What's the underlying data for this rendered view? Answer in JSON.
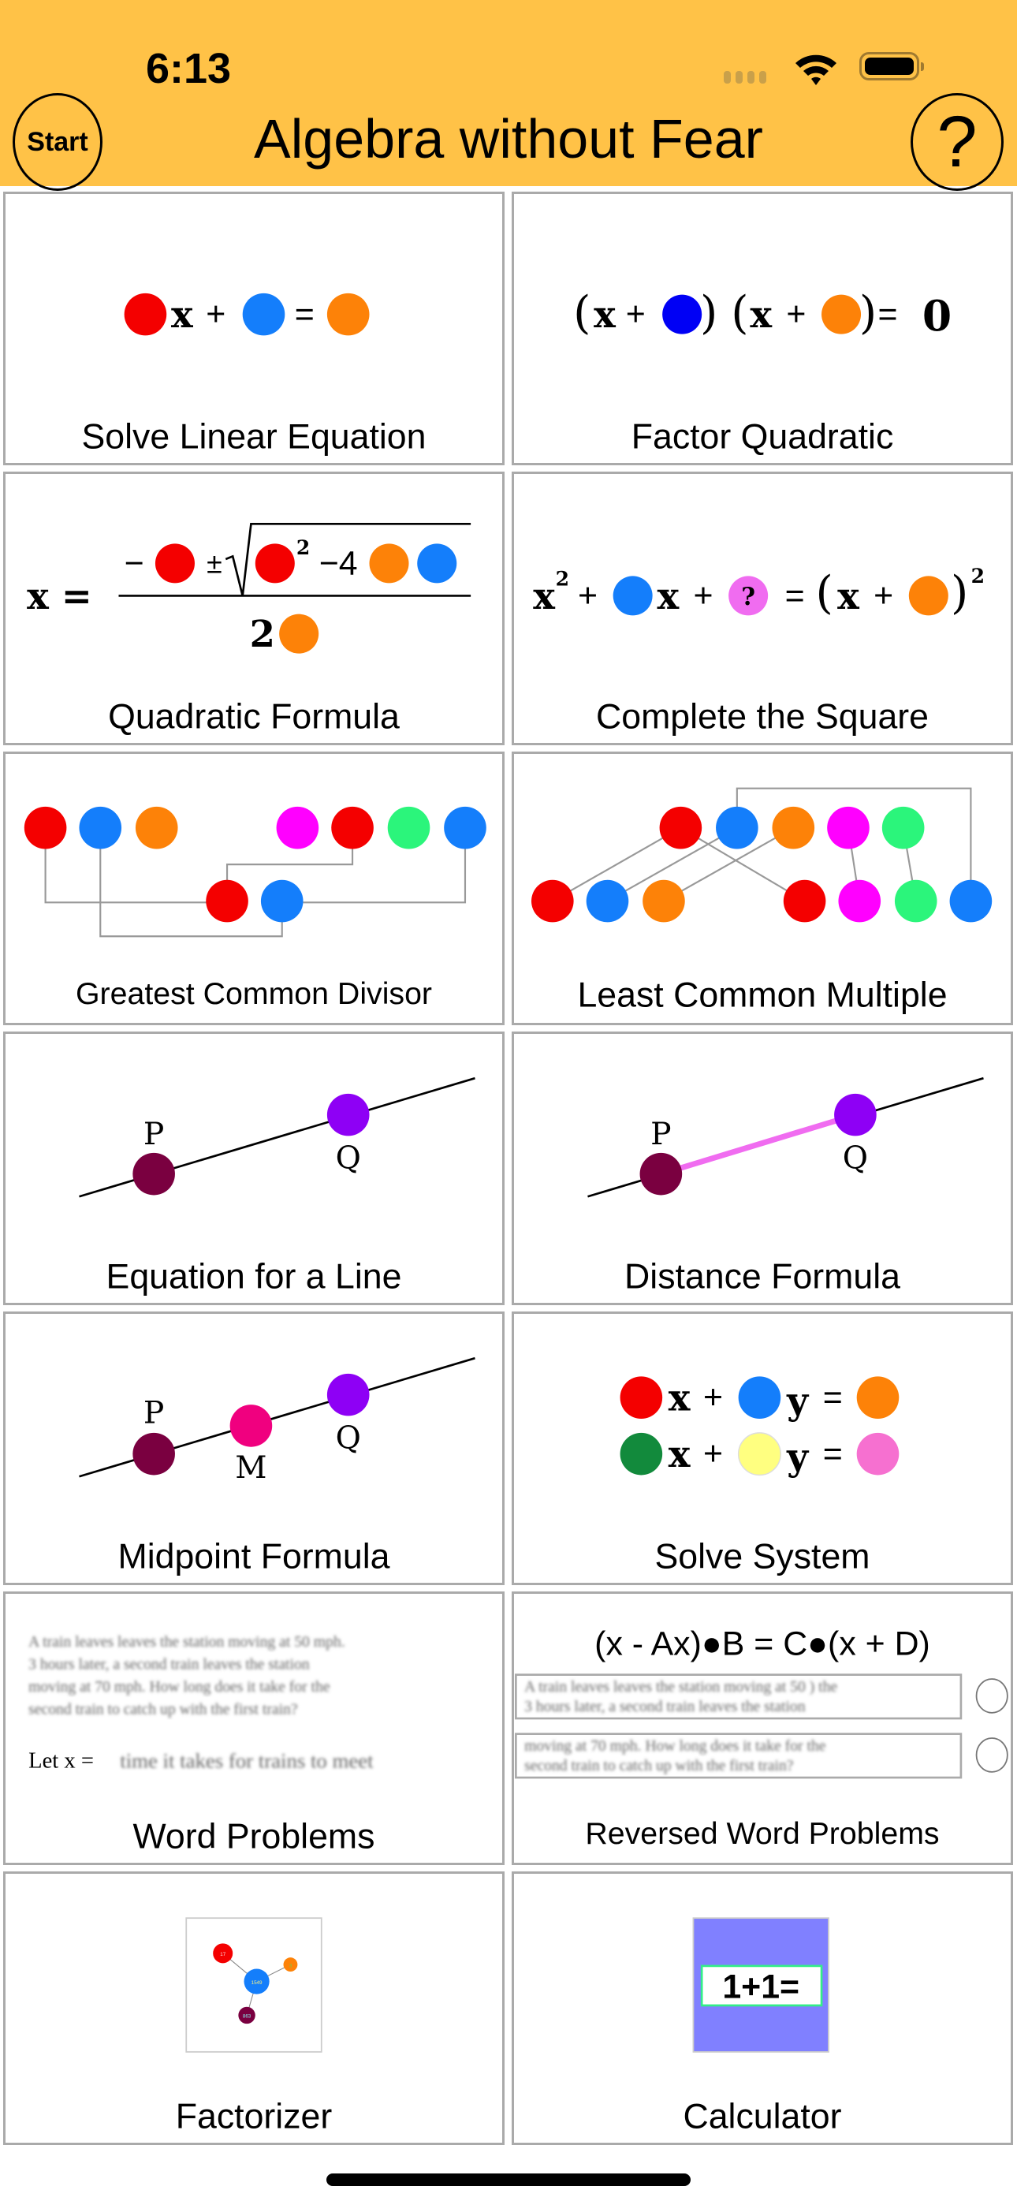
{
  "status_bar": {
    "time": "6:13"
  },
  "header": {
    "title": "Algebra without Fear",
    "start_label": "Start",
    "help_label": "?"
  },
  "colors": {
    "header_bg": "#FFC247",
    "red": "#F40000",
    "blue": "#147EFB",
    "orange": "#FD8208",
    "dark_blue": "#0000F5",
    "magenta": "#FF00FF",
    "green": "#2BF57B",
    "purple": "#8E00F5",
    "maroon": "#7A0040",
    "calc_bg": "#8080FF"
  },
  "tiles": {
    "linear": {
      "label": "Solve Linear Equation",
      "x": "x",
      "plus": "+",
      "eq": "="
    },
    "factor": {
      "label": "Factor Quadratic",
      "lp": "(",
      "rp": ")",
      "x": "x",
      "plus": "+",
      "eq": "=",
      "zero": "0"
    },
    "quadratic": {
      "label": "Quadratic Formula",
      "xeq": "x =",
      "minus": "−",
      "pm": "±",
      "sq": "2",
      "minus4": "−4",
      "two": "2"
    },
    "complete": {
      "label": "Complete the Square",
      "x": "x",
      "sq": "2",
      "plus": "+",
      "q": "?",
      "eq": "=",
      "lp": "(",
      "rp": ")"
    },
    "gcd": {
      "label": "Greatest Common Divisor"
    },
    "lcm": {
      "label": "Least Common Multiple"
    },
    "line": {
      "label": "Equation for a Line",
      "p": "P",
      "q": "Q"
    },
    "distance": {
      "label": "Distance Formula",
      "p": "P",
      "q": "Q"
    },
    "midpoint": {
      "label": "Midpoint Formula",
      "p": "P",
      "m": "M",
      "q": "Q"
    },
    "system": {
      "label": "Solve System",
      "x": "x",
      "y": "y",
      "plus": "+",
      "eq": "="
    },
    "word": {
      "label": "Word Problems",
      "problem_lines": [
        "A train leaves leaves the station moving at 50 mph.",
        "3 hours later, a second train leaves the station",
        "moving at 70 mph.  How long does it take for the",
        "second train to catch up with the first train?"
      ],
      "let_x": "Let x =",
      "answer": "time it takes for trains to meet"
    },
    "reversed": {
      "label": "Reversed Word Problems",
      "formula": "(x - Ax)●B = C●(x + D)",
      "option1": [
        "A train leaves leaves the station moving at 50 ) the",
        "3 hours later, a second train leaves the station"
      ],
      "option2": [
        "moving at 70 mph.  How long does it take for the",
        "second train to catch up with the first train?"
      ]
    },
    "factorizer": {
      "label": "Factorizer",
      "nodes": [
        "17",
        "1549",
        "3",
        "863"
      ]
    },
    "calculator": {
      "label": "Calculator",
      "display": "1+1="
    }
  }
}
